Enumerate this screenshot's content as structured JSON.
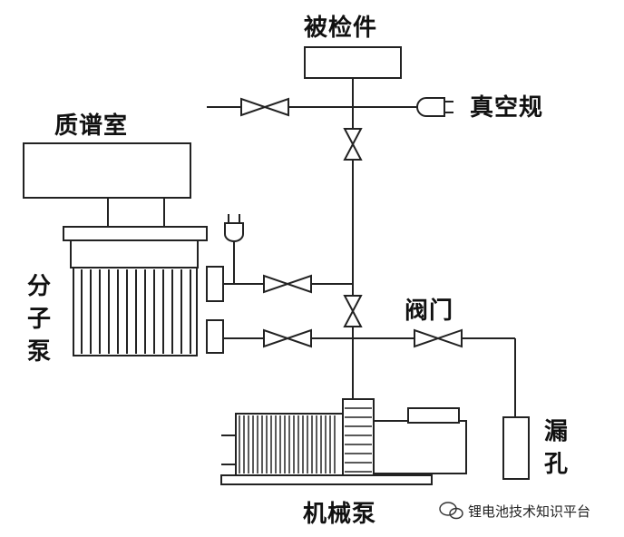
{
  "labels": {
    "test_piece": "被检件",
    "vacuum_gauge": "真空规",
    "mass_spec_chamber": "质谱室",
    "molecular_pump": "分子泵",
    "valve": "阀门",
    "leak": "漏孔",
    "mechanical_pump": "机械泵"
  },
  "watermark": {
    "text": "锂电池技术知识平台",
    "icon": "wechat-icon"
  },
  "colors": {
    "line": "#222222",
    "background": "#ffffff"
  }
}
